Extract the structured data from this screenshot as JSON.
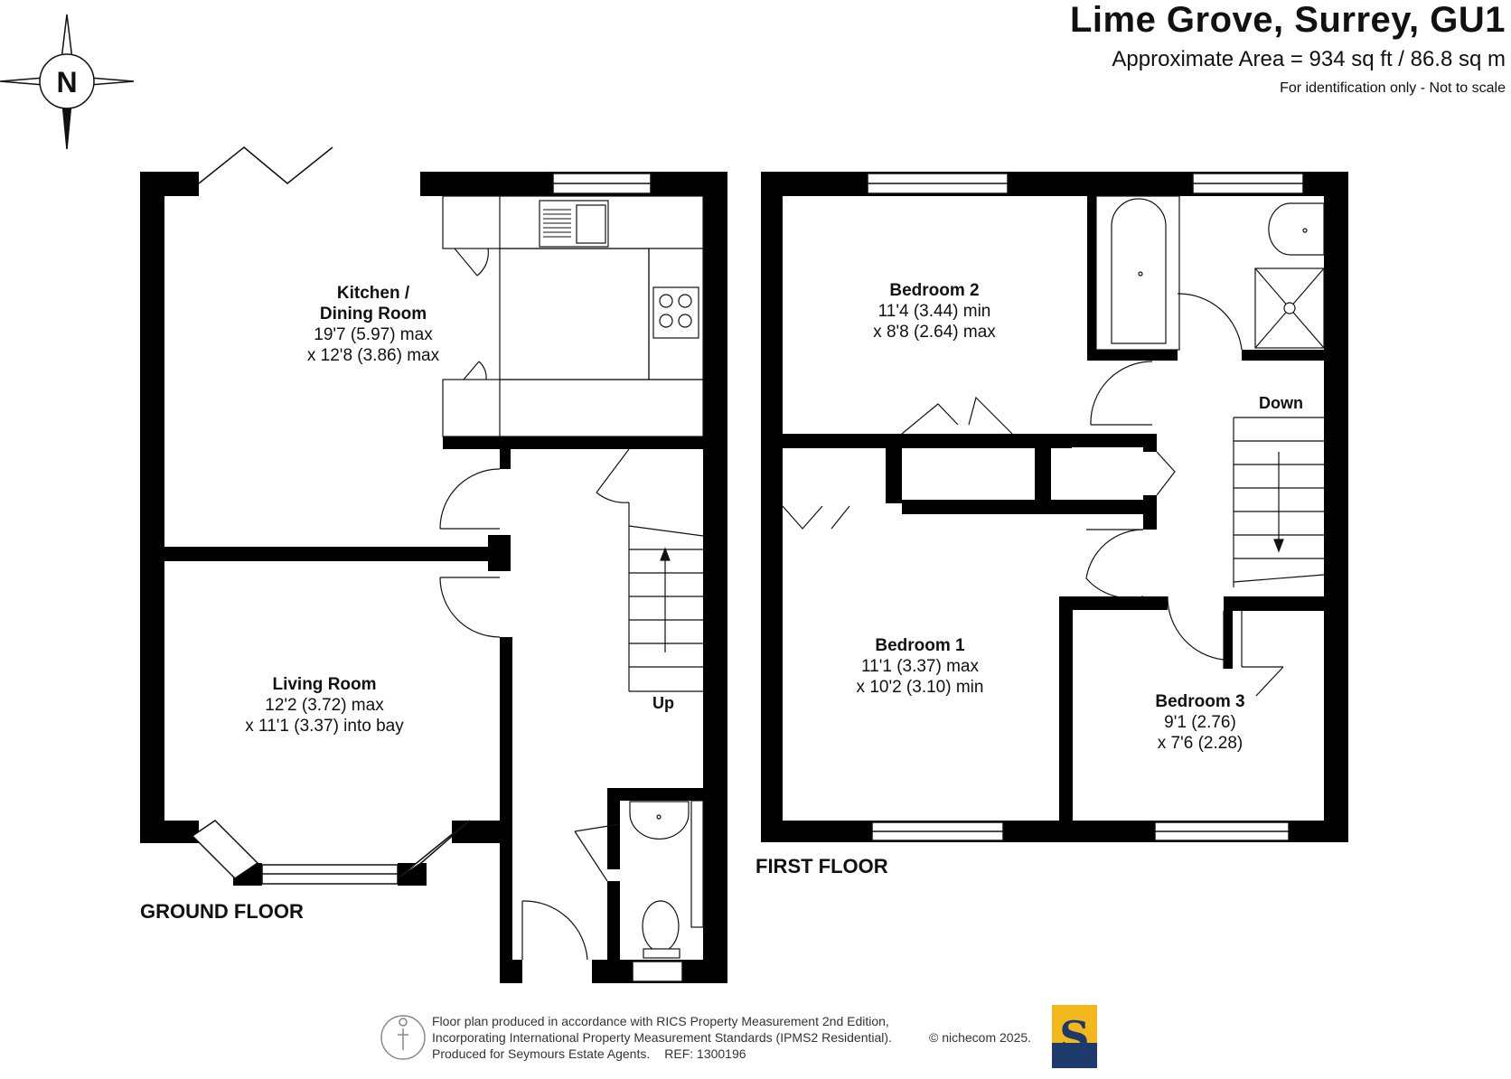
{
  "header": {
    "title": "Lime Grove, Surrey, GU1",
    "area": "Approximate Area = 934 sq ft / 86.8 sq m",
    "note": "For identification only - Not to scale"
  },
  "compass": {
    "label": "N"
  },
  "ground_floor": {
    "label": "GROUND FLOOR",
    "stairs_label": "Up",
    "rooms": [
      {
        "name": "Kitchen /",
        "name2": "Dining Room",
        "dim1": "19'7 (5.97) max",
        "dim2": "x 12'8 (3.86) max"
      },
      {
        "name": "Living Room",
        "dim1": "12'2 (3.72) max",
        "dim2": "x 11'1 (3.37) into bay"
      }
    ]
  },
  "first_floor": {
    "label": "FIRST FLOOR",
    "stairs_label": "Down",
    "rooms": [
      {
        "name": "Bedroom 2",
        "dim1": "11'4 (3.44) min",
        "dim2": "x 8'8 (2.64) max"
      },
      {
        "name": "Bedroom 1",
        "dim1": "11'1 (3.37) max",
        "dim2": "x 10'2 (3.10) min"
      },
      {
        "name": "Bedroom 3",
        "dim1": "9'1 (2.76)",
        "dim2": "x 7'6 (2.28)"
      }
    ]
  },
  "footer": {
    "line1": "Floor plan produced in accordance with RICS Property Measurement 2nd Edition,",
    "line2": "Incorporating International Property Measurement Standards (IPMS2 Residential).",
    "line3": "Produced for Seymours Estate Agents.",
    "ref": "REF: 1300196",
    "copyright": "© nichecom 2025.",
    "logo_letter": "S"
  },
  "colors": {
    "wall": "#000000",
    "logo_navy": "#1e3a6d",
    "logo_gold": "#f2b81d"
  }
}
